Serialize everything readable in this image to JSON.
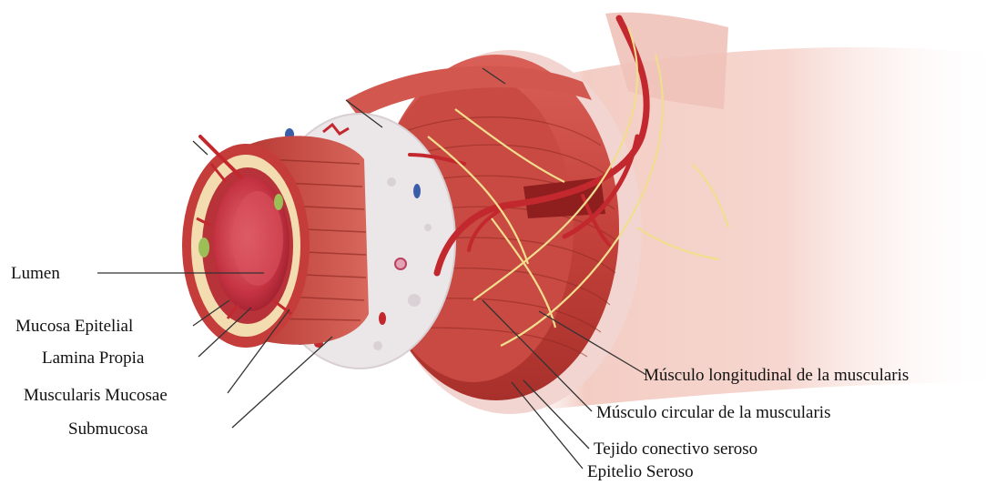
{
  "labels": {
    "lumen": "Lumen",
    "mucosa_epitelial": "Mucosa Epitelial",
    "lamina_propia": "Lamina Propia",
    "muscularis_mucosae": "Muscularis Mucosae",
    "submucosa": "Submucosa",
    "musculo_longitudinal": "Músculo longitudinal de la muscularis",
    "musculo_circular": "Músculo circular de la muscularis",
    "tejido_conectivo": "Tejido conectivo seroso",
    "epitelio_seroso": "Epitelio Seroso"
  },
  "colors": {
    "muscle": "#c8473f",
    "muscle_dark": "#9c2a25",
    "mucosa_ring": "#f4e2b8",
    "lumen": "#c9394a",
    "submucosa": "#ece8ea",
    "serosa": "#f4d2cf",
    "nerve": "#f2e29a",
    "vessel": "#c2282e",
    "leader_line": "#333333"
  }
}
